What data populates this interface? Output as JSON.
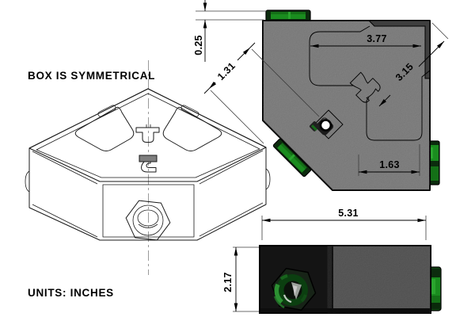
{
  "notes": {
    "symmetry": "BOX IS SYMMETRICAL",
    "units": "UNITS: INCHES"
  },
  "top_view": {
    "dim_width": "3.77",
    "dim_diagonal": "3.15",
    "dim_inset": "1.63",
    "dim_clamp": "1.31",
    "dim_lid": "0.25"
  },
  "front_view": {
    "dim_width": "5.31",
    "dim_height": "2.17"
  },
  "colors": {
    "body": "#6f6f6f",
    "body_dark": "#3f3f3f",
    "front_dark": "#141414",
    "front_gray": "#484848",
    "green": "#147017",
    "green_mid": "#1a8c1f",
    "green_dark": "#0c2c0e",
    "green_bright": "#2aa52e",
    "centerline": "#9a9a9a"
  }
}
